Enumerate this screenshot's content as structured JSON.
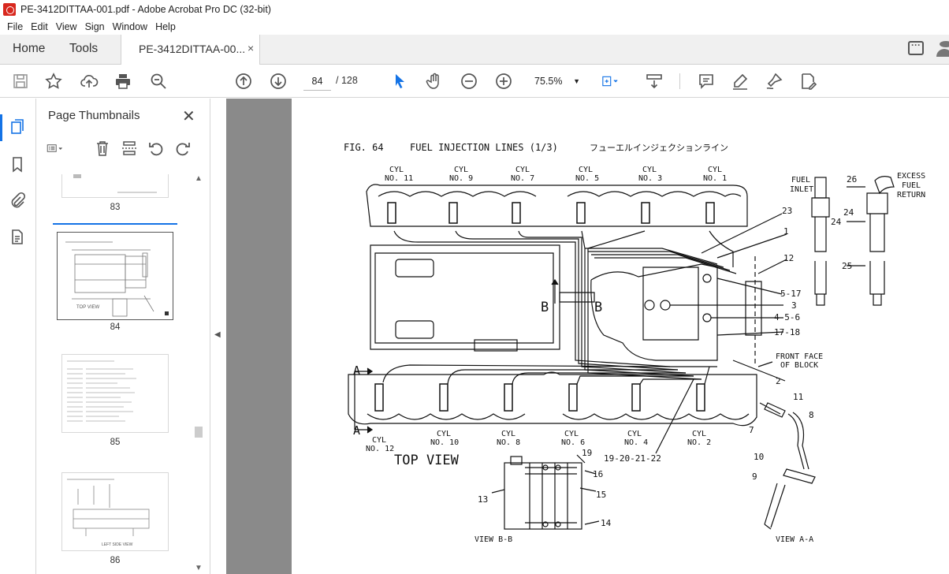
{
  "window": {
    "title": "PE-3412DITTAA-001.pdf - Adobe Acrobat Pro DC (32-bit)"
  },
  "menu": [
    "File",
    "Edit",
    "View",
    "Sign",
    "Window",
    "Help"
  ],
  "tabs": {
    "home": "Home",
    "tools": "Tools",
    "document": "PE-3412DITTAA-00...",
    "close": "×"
  },
  "toolbar": {
    "page_current": "84",
    "page_total": "/ 128",
    "zoom": "75.5%"
  },
  "panel": {
    "title": "Page Thumbnails",
    "thumbnails": [
      {
        "label": "83"
      },
      {
        "label": "84"
      },
      {
        "label": "85"
      },
      {
        "label": "86"
      }
    ]
  },
  "figure": {
    "title": "FIG. 64",
    "caption": "FUEL INJECTION LINES (1/3)",
    "caption_jp": "フューエルインジェクションライン",
    "top_cyl": [
      {
        "a": "CYL",
        "b": "NO. 11"
      },
      {
        "a": "CYL",
        "b": "NO. 9"
      },
      {
        "a": "CYL",
        "b": "NO. 7"
      },
      {
        "a": "CYL",
        "b": "NO. 5"
      },
      {
        "a": "CYL",
        "b": "NO. 3"
      },
      {
        "a": "CYL",
        "b": "NO. 1"
      }
    ],
    "bottom_cyl": [
      {
        "a": "CYL",
        "b": "NO. 12"
      },
      {
        "a": "CYL",
        "b": "NO. 10"
      },
      {
        "a": "CYL",
        "b": "NO. 8"
      },
      {
        "a": "CYL",
        "b": "NO. 6"
      },
      {
        "a": "CYL",
        "b": "NO. 4"
      },
      {
        "a": "CYL",
        "b": "NO. 2"
      }
    ],
    "fuel_inlet": [
      "FUEL",
      "INLET"
    ],
    "excess_return": [
      "EXCESS",
      "FUEL",
      "RETURN"
    ],
    "front_face": [
      "FRONT FACE",
      "OF BLOCK"
    ],
    "top_view": "TOP VIEW",
    "view_bb": "VIEW B-B",
    "view_aa": "VIEW A-A",
    "letter_a": "A",
    "letter_b": "B",
    "callouts": {
      "c23": "23",
      "c1": "1",
      "c12": "12",
      "c5_17": "5-17",
      "c3": "3",
      "c4_5_6": "4-5-6",
      "c17_18": "17-18",
      "c2": "2",
      "c26": "26",
      "c24a": "24",
      "c24b": "24",
      "c25": "25",
      "c11": "11",
      "c8": "8",
      "c7": "7",
      "c10": "10",
      "c9": "9",
      "c19": "19",
      "c16": "16",
      "c15": "15",
      "c13": "13",
      "c14": "14",
      "c19_22": "19-20-21-22"
    }
  }
}
